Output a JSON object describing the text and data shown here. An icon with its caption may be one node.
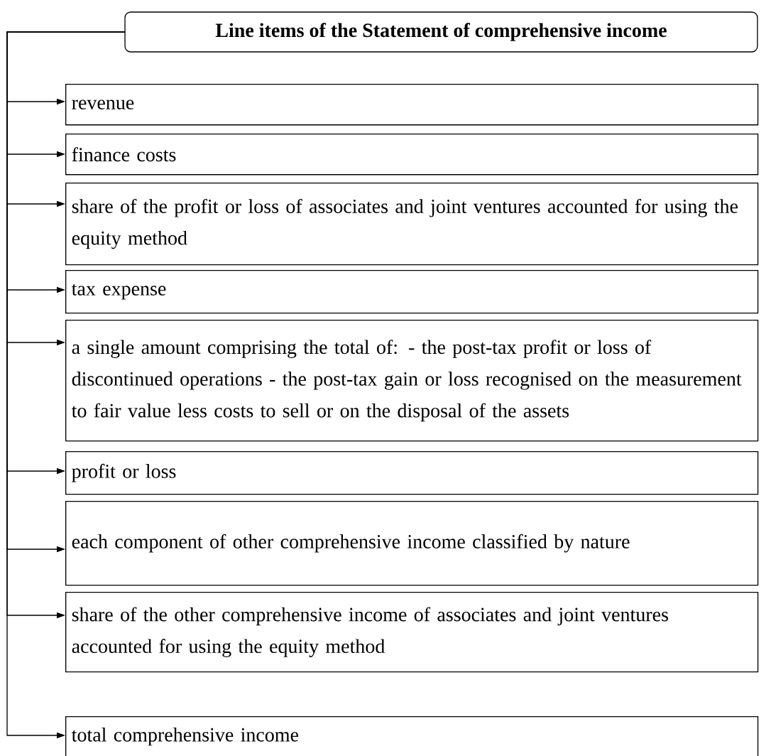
{
  "diagram": {
    "nodes": [
      {
        "text": [
          "Line items of the Statement of comprehensive income"
        ]
      },
      {
        "text": [
          "revenue"
        ]
      },
      {
        "text": [
          "finance costs"
        ]
      },
      {
        "text": [
          "share of the profit or loss of associates and joint ventures accounted for using the equity method"
        ]
      },
      {
        "text": [
          "tax expense"
        ]
      },
      {
        "text": [
          "a single amount comprising the total of: - the post-tax profit or loss of discontinued operations - the post-tax gain or loss recognised on the measurement to fair value less costs to sell or on the disposal of the assets"
        ]
      },
      {
        "text": [
          "profit or loss"
        ]
      },
      {
        "text": [
          "each component of other comprehensive income classified by nature"
        ]
      },
      {
        "text": [
          "share of the other comprehensive income of associates and joint ventures accounted for using the equity method"
        ]
      },
      {
        "text": [
          "total comprehensive income"
        ]
      }
    ],
    "edges": [
      {
        "from": 0,
        "to": 1,
        "arrow": "to"
      },
      {
        "from": 0,
        "to": 2,
        "arrow": "to"
      },
      {
        "from": 0,
        "to": 3,
        "arrow": "to"
      },
      {
        "from": 0,
        "to": 4,
        "arrow": "to"
      },
      {
        "from": 0,
        "to": 5,
        "arrow": "to"
      },
      {
        "from": 0,
        "to": 6,
        "arrow": "to"
      },
      {
        "from": 0,
        "to": 7,
        "arrow": "to"
      },
      {
        "from": 0,
        "to": 8,
        "arrow": "to"
      },
      {
        "from": 0,
        "to": 9,
        "arrow": "to"
      }
    ]
  }
}
